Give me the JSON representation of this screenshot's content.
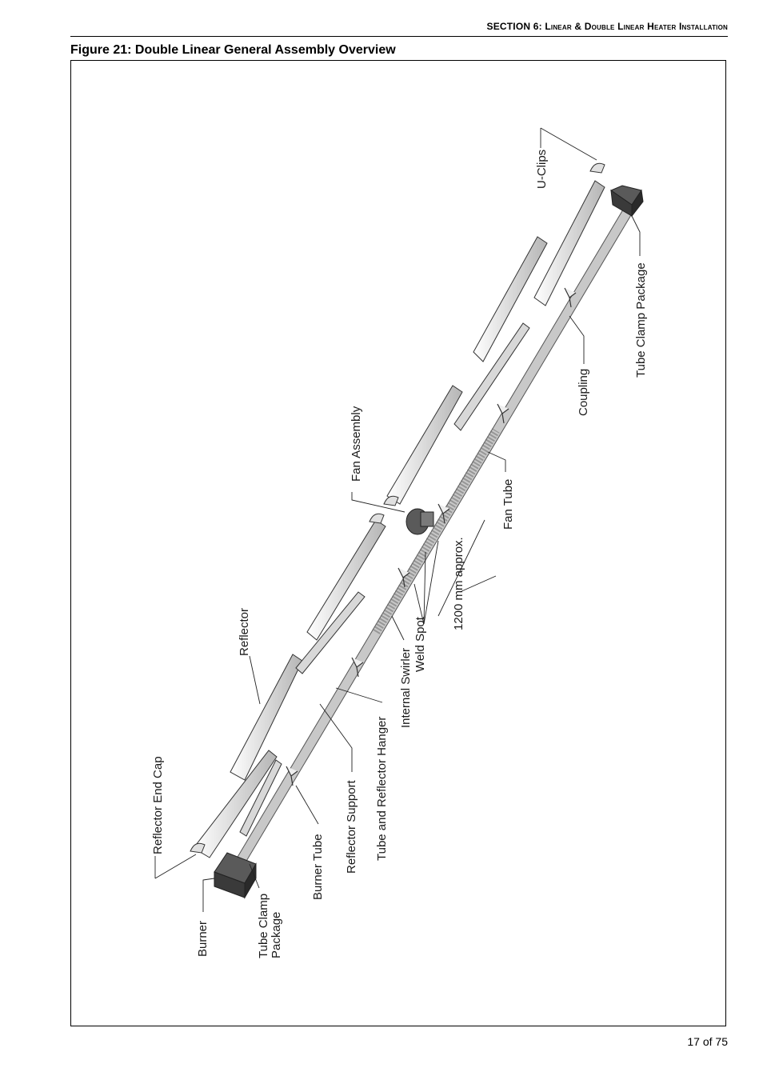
{
  "header": {
    "section_prefix": "SECTION 6: ",
    "section_title": "Linear & Double Linear Heater Installation"
  },
  "figure": {
    "title": "Figure 21: Double Linear General Assembly Overview"
  },
  "labels": {
    "reflector_end_cap": "Reflector End Cap",
    "burner": "Burner",
    "tube_clamp_package_a": "Tube Clamp",
    "tube_clamp_package_b": "Package",
    "burner_tube": "Burner Tube",
    "reflector_support": "Reflector Support",
    "tube_and_reflector_hanger": "Tube and Reflector Hanger",
    "reflector": "Reflector",
    "internal_swirler": "Internal Swirler",
    "weld_spot": "Weld Spot",
    "dimension": "1200 mm approx.",
    "fan_assembly": "Fan Assembly",
    "fan_tube": "Fan Tube",
    "coupling": "Coupling",
    "tube_clamp_package_right": "Tube Clamp Package",
    "u_clips": "U-Clips"
  },
  "footer": {
    "page": "17 of 75"
  },
  "colors": {
    "burner_box": "#3a3a3a",
    "tube": "#cfcfcf",
    "reflector": "#e6e6e6",
    "line": "#222222"
  }
}
